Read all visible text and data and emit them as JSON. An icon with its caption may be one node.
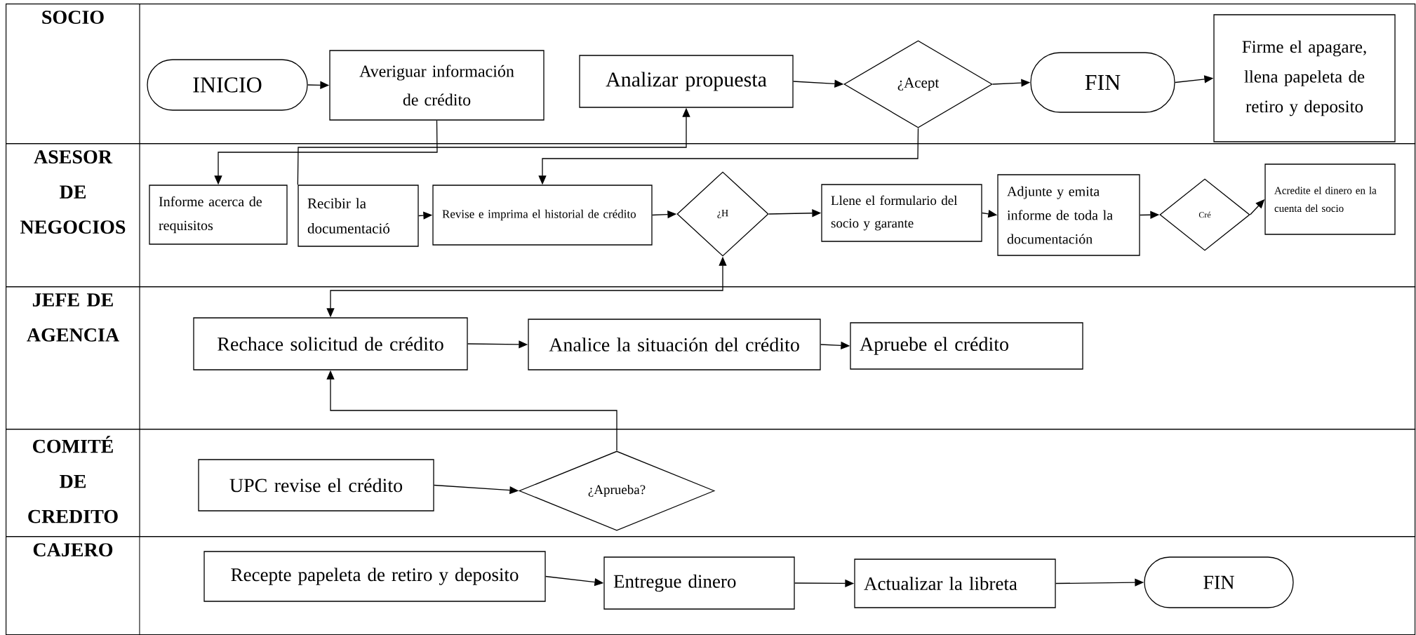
{
  "diagram": {
    "nodes": [
      {
        "text": [
          "SOCIO"
        ]
      },
      {
        "text": [
          "ASESOR DE NEGOCIOS"
        ]
      },
      {
        "text": [
          "JEFE DE AGENCIA"
        ]
      },
      {
        "text": [
          "COMITÉ DE CREDITO"
        ]
      },
      {
        "text": [
          "CAJERO"
        ]
      },
      {
        "text": [
          "INICIO"
        ],
        "in": 0
      },
      {
        "text": [
          "Averiguar información de crédito"
        ],
        "in": 0
      },
      {
        "text": [
          "Analizar propuesta"
        ],
        "in": 0
      },
      {
        "text": [
          "¿Acept"
        ],
        "in": 0
      },
      {
        "text": [
          "FIN"
        ],
        "in": 0
      },
      {
        "text": [
          "Firme el apagare, llena papeleta de retiro y deposito"
        ],
        "in": 0
      },
      {
        "text": [
          "Informe acerca de requisitos"
        ],
        "in": 1
      },
      {
        "text": [
          "Recibir la documentació"
        ],
        "in": 1
      },
      {
        "text": [
          "Revise e imprima el historial de crédito"
        ],
        "in": 1
      },
      {
        "text": [
          "¿H"
        ],
        "in": 1
      },
      {
        "text": [
          "Llene el formulario del socio y garante"
        ],
        "in": 1
      },
      {
        "text": [
          "Adjunte y emita informe de toda la documentación"
        ],
        "in": 1
      },
      {
        "text": [
          "Cré"
        ],
        "in": 1
      },
      {
        "text": [
          "Acredite el dinero en la cuenta del socio"
        ],
        "in": 1
      },
      {
        "text": [
          "Rechace solicitud de crédito"
        ],
        "in": 2
      },
      {
        "text": [
          "Analice la situación del crédito"
        ],
        "in": 2
      },
      {
        "text": [
          "Apruebe el crédito"
        ],
        "in": 2
      },
      {
        "text": [
          "UPC revise el crédito"
        ],
        "in": 3
      },
      {
        "text": [
          "¿Aprueba?"
        ],
        "in": 3
      },
      {
        "text": [
          "Recepte papeleta de retiro y deposito"
        ],
        "in": 4
      },
      {
        "text": [
          "Entregue dinero"
        ],
        "in": 4
      },
      {
        "text": [
          "Actualizar la libreta"
        ],
        "in": 4
      },
      {
        "text": [
          "FIN"
        ],
        "in": 4
      }
    ],
    "edges": [
      {
        "from": 5,
        "to": 6,
        "arrow": "to"
      },
      {
        "from": 6,
        "to": 11,
        "arrow": "to"
      },
      {
        "from": 12,
        "to": 7,
        "arrow": "to"
      },
      {
        "from": 7,
        "to": 8,
        "arrow": "to"
      },
      {
        "from": 8,
        "to": 13,
        "arrow": "to"
      },
      {
        "from": 8,
        "to": 9,
        "arrow": "to"
      },
      {
        "from": 9,
        "to": 10,
        "arrow": "to"
      },
      {
        "from": 12,
        "to": 13,
        "arrow": "to"
      },
      {
        "from": 13,
        "to": 14,
        "arrow": "to"
      },
      {
        "from": 14,
        "to": 15,
        "arrow": "to"
      },
      {
        "from": 15,
        "to": 16,
        "arrow": "to"
      },
      {
        "from": 16,
        "to": 17,
        "arrow": "to"
      },
      {
        "from": 17,
        "to": 18,
        "arrow": "to"
      },
      {
        "from": 14,
        "to": 19,
        "arrow": "both"
      },
      {
        "from": 19,
        "to": 20,
        "arrow": "to"
      },
      {
        "from": 20,
        "to": 21,
        "arrow": "to"
      },
      {
        "from": 22,
        "to": 23,
        "arrow": "to"
      },
      {
        "from": 23,
        "to": 19,
        "arrow": "to"
      },
      {
        "from": 24,
        "to": 25,
        "arrow": "to"
      },
      {
        "from": 25,
        "to": 26,
        "arrow": "to"
      },
      {
        "from": 26,
        "to": 27,
        "arrow": "to"
      }
    ]
  }
}
